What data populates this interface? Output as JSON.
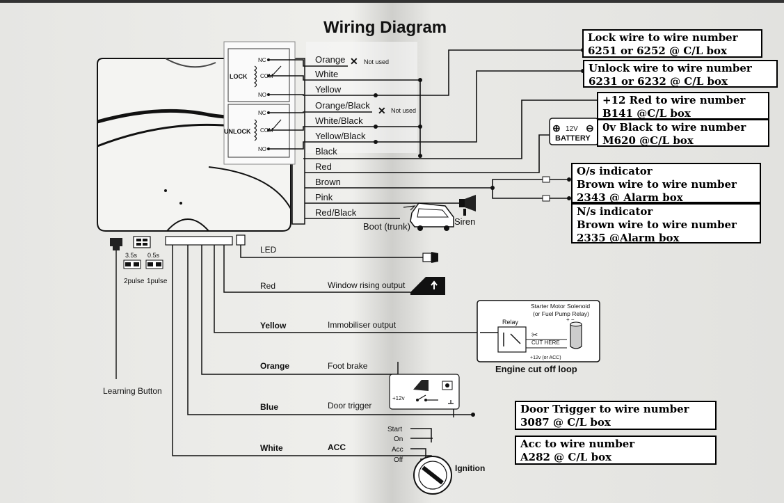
{
  "title": "Wiring Diagram",
  "relay": {
    "lock_label": "LOCK",
    "unlock_label": "UNLOCK",
    "nc": "NC",
    "com": "COM",
    "no": "NO"
  },
  "wires": {
    "orange": "Orange",
    "white": "White",
    "yellow": "Yellow",
    "orange_black": "Orange/Black",
    "white_black": "White/Black",
    "yellow_black": "Yellow/Black",
    "black": "Black",
    "red": "Red",
    "brown": "Brown",
    "pink": "Pink",
    "red_black": "Red/Black",
    "not_used": "Not used"
  },
  "battery": {
    "label": "BATTERY",
    "voltage": "12V"
  },
  "boot_label": "Boot (trunk)",
  "siren_label": "Siren",
  "led_label": "LED",
  "timing": {
    "t1": "3.5s",
    "t2": "0.5s",
    "p1": "2pulse",
    "p2": "1pulse"
  },
  "learning_button": "Learning Button",
  "outputs": {
    "red": "Red",
    "window": "Window rising output",
    "yellow": "Yellow",
    "immobiliser": "Immobiliser output",
    "orange": "Orange",
    "foot_brake": "Foot brake",
    "blue": "Blue",
    "door_trigger": "Door trigger",
    "white": "White",
    "acc": "ACC"
  },
  "engine_cut": {
    "solenoid_line1": "Starter Motor Solenoid",
    "solenoid_line2": "(or Fuel Pump Relay)",
    "relay": "Relay",
    "cut_here": "CUT HERE",
    "supply": "+12v (or ACC)",
    "caption": "Engine cut off loop"
  },
  "door_switch_supply": "+12v",
  "ignition": {
    "start": "Start",
    "on": "On",
    "acc": "Acc",
    "off": "Off",
    "label": "Ignition"
  },
  "annotations": {
    "lock_l1": "Lock wire to wire number",
    "lock_l2": "6251 or 6252 @ C/L box",
    "unlock_l1": "Unlock wire to wire number",
    "unlock_l2": "6231 or 6232 @ C/L box",
    "pos_l1": "+12 Red to wire number",
    "pos_l2": "B141 @C/L box",
    "neg_l1": "0v Black to wire number",
    "neg_l2": "M620 @C/L box",
    "os_l1": "O/s indicator",
    "os_l2": "Brown wire to wire number",
    "os_l3": "2343 @ Alarm box",
    "ns_l1": "N/s indicator",
    "ns_l2": "Brown wire to wire number",
    "ns_l3": "2335 @Alarm box",
    "door_l1": "Door Trigger to wire number",
    "door_l2": "3087 @ C/L box",
    "acc_l1": "Acc to wire number",
    "acc_l2": "A282 @ C/L box"
  }
}
